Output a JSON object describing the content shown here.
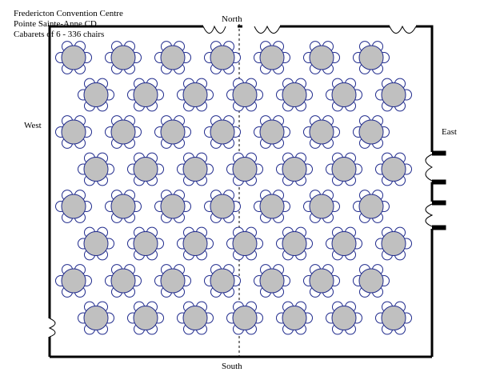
{
  "header": {
    "venue": "Fredericton Convention Centre",
    "room": "Pointe Sainte-Anne CD",
    "setup": "Cabarets of 6 - 336 chairs"
  },
  "compass": {
    "north": "North",
    "south": "South",
    "east": "East",
    "west": "West"
  },
  "layout": {
    "table_count": 56,
    "chairs_per_table": 6,
    "rows": 8,
    "tables_per_row": 7,
    "total_chairs": 336
  },
  "colors": {
    "wall": "#000000",
    "table_fill": "#c0c0c0",
    "table_stroke": "#1f2a8c",
    "chair_stroke": "#1f2a8c",
    "centerline": "#000000"
  }
}
